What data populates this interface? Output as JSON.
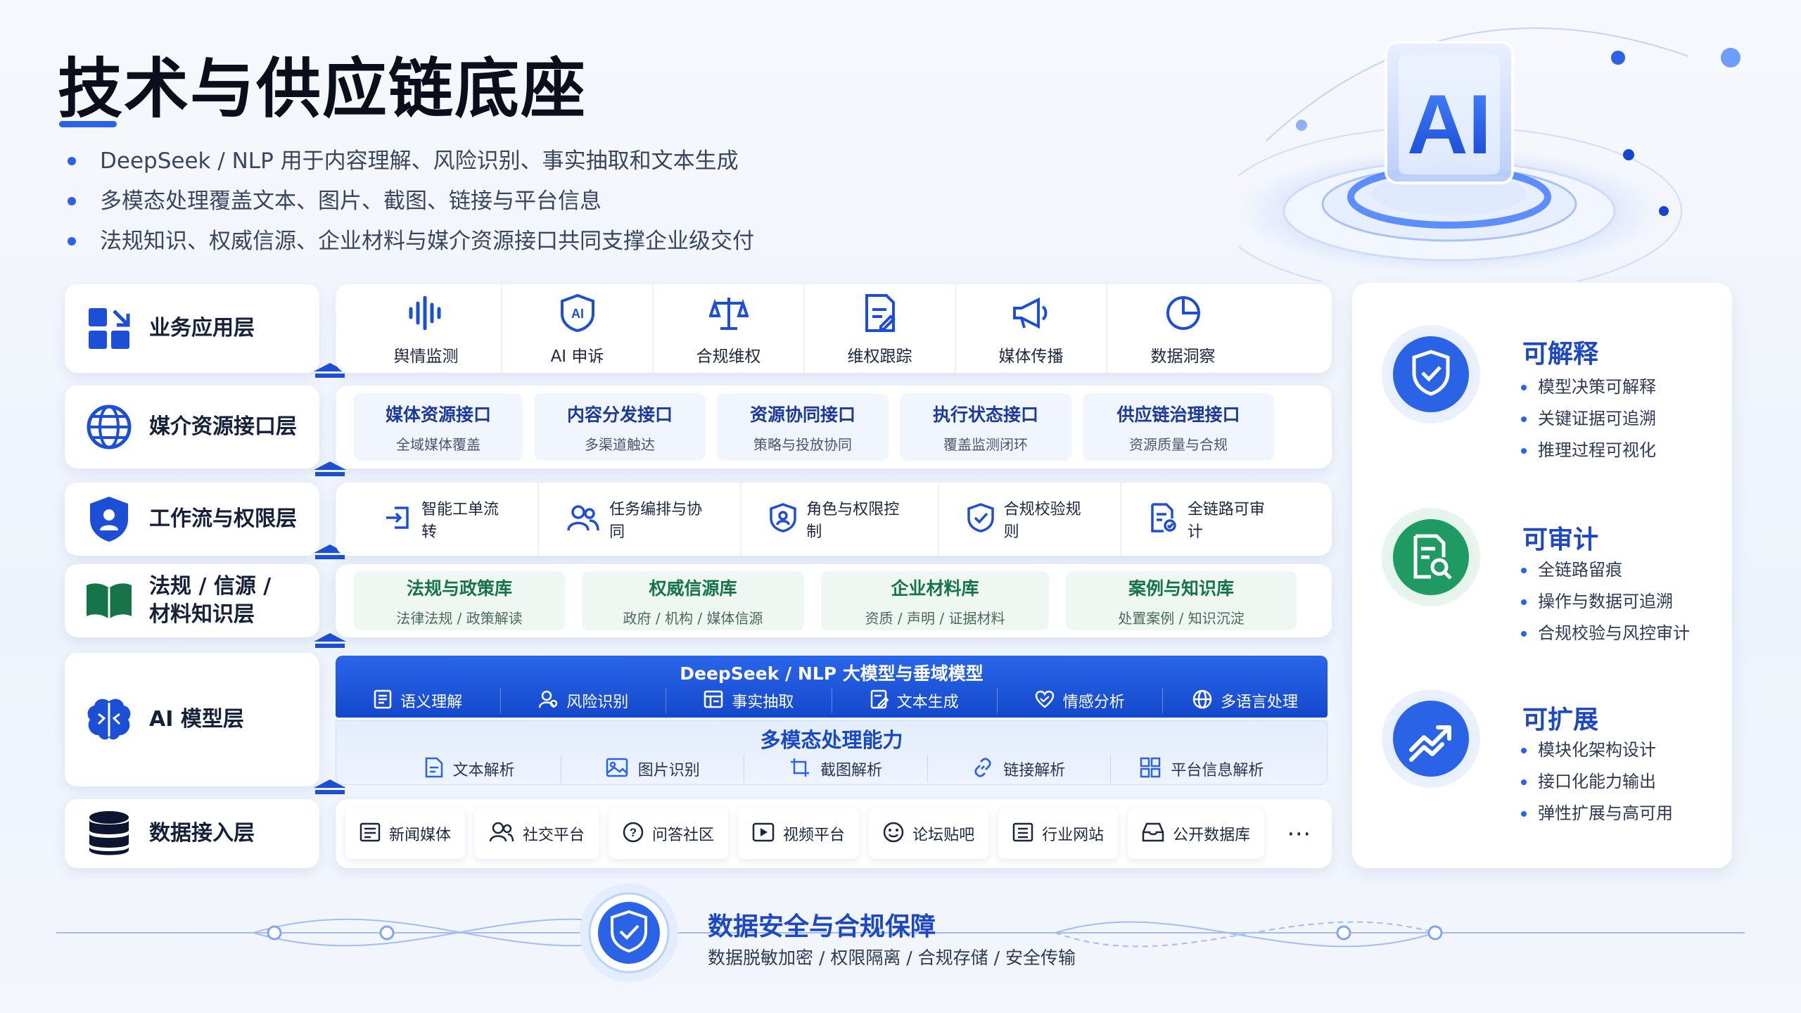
{
  "header": {
    "title": "技术与供应链底座",
    "bullets": [
      "DeepSeek / NLP 用于内容理解、风险识别、事实抽取和文本生成",
      "多模态处理覆盖文本、图片、截图、链接与平台信息",
      "法规知识、权威信源、企业材料与媒介资源接口共同支撑企业级交付"
    ]
  },
  "hero": {
    "badge": "AI"
  },
  "layers": {
    "business": {
      "label": "业务应用层",
      "items": [
        {
          "label": "舆情监测",
          "icon": "sound-wave-icon"
        },
        {
          "label": "AI 申诉",
          "icon": "ai-shield-icon"
        },
        {
          "label": "合规维权",
          "icon": "scale-icon"
        },
        {
          "label": "维权跟踪",
          "icon": "document-edit-icon"
        },
        {
          "label": "媒体传播",
          "icon": "megaphone-icon"
        },
        {
          "label": "数据洞察",
          "icon": "pie-chart-icon"
        }
      ]
    },
    "media": {
      "label": "媒介资源接口层",
      "items": [
        {
          "title": "媒体资源接口",
          "sub": "全域媒体覆盖"
        },
        {
          "title": "内容分发接口",
          "sub": "多渠道触达"
        },
        {
          "title": "资源协同接口",
          "sub": "策略与投放协同"
        },
        {
          "title": "执行状态接口",
          "sub": "覆盖监测闭环"
        },
        {
          "title": "供应链治理接口",
          "sub": "资源质量与合规"
        }
      ]
    },
    "workflow": {
      "label": "工作流与权限层",
      "items": [
        {
          "label": "智能工单流转",
          "icon": "ticket-transfer-icon"
        },
        {
          "label": "任务编排与协同",
          "icon": "users-icon"
        },
        {
          "label": "角色与权限控制",
          "icon": "user-shield-icon"
        },
        {
          "label": "合规校验规则",
          "icon": "check-shield-icon"
        },
        {
          "label": "全链路可审计",
          "icon": "audit-document-icon"
        }
      ]
    },
    "knowledge": {
      "label_line1": "法规 / 信源 /",
      "label_line2": "材料知识层",
      "items": [
        {
          "title": "法规与政策库",
          "sub": "法律法规 / 政策解读"
        },
        {
          "title": "权威信源库",
          "sub": "政府 / 机构 / 媒体信源"
        },
        {
          "title": "企业材料库",
          "sub": "资质 / 声明 / 证据材料"
        },
        {
          "title": "案例与知识库",
          "sub": "处置案例 / 知识沉淀"
        }
      ]
    },
    "ai": {
      "label": "AI 模型层",
      "model_title": "DeepSeek / NLP 大模型与垂域模型",
      "model_items": [
        {
          "label": "语义理解",
          "icon": "document-icon"
        },
        {
          "label": "风险识别",
          "icon": "user-alert-icon"
        },
        {
          "label": "事实抽取",
          "icon": "table-icon"
        },
        {
          "label": "文本生成",
          "icon": "edit-icon"
        },
        {
          "label": "情感分析",
          "icon": "heart-icon"
        },
        {
          "label": "多语言处理",
          "icon": "globe-icon"
        }
      ],
      "multimodal_title": "多模态处理能力",
      "multimodal_items": [
        {
          "label": "文本解析",
          "icon": "text-file-icon"
        },
        {
          "label": "图片识别",
          "icon": "image-icon"
        },
        {
          "label": "截图解析",
          "icon": "crop-icon"
        },
        {
          "label": "链接解析",
          "icon": "link-icon"
        },
        {
          "label": "平台信息解析",
          "icon": "grid-icon"
        }
      ]
    },
    "data": {
      "label": "数据接入层",
      "items": [
        {
          "label": "新闻媒体",
          "icon": "newspaper-icon"
        },
        {
          "label": "社交平台",
          "icon": "social-users-icon"
        },
        {
          "label": "问答社区",
          "icon": "question-icon"
        },
        {
          "label": "视频平台",
          "icon": "video-icon"
        },
        {
          "label": "论坛贴吧",
          "icon": "smile-icon"
        },
        {
          "label": "行业网站",
          "icon": "list-icon"
        },
        {
          "label": "公开数据库",
          "icon": "inbox-icon"
        }
      ],
      "more": "⋯"
    }
  },
  "features": [
    {
      "title": "可解释",
      "icon": "shield-check-icon",
      "color": "#2a63e6",
      "items": [
        "模型决策可解释",
        "关键证据可追溯",
        "推理过程可视化"
      ]
    },
    {
      "title": "可审计",
      "icon": "audit-search-icon",
      "color": "#1f9a62",
      "items": [
        "全链路留痕",
        "操作与数据可追溯",
        "合规校验与风控审计"
      ]
    },
    {
      "title": "可扩展",
      "icon": "trend-up-icon",
      "color": "#2a63e6",
      "items": [
        "模块化架构设计",
        "接口化能力输出",
        "弹性扩展与高可用"
      ]
    }
  ],
  "security": {
    "title": "数据安全与合规保障",
    "subtitle": "数据脱敏加密 / 权限隔离 / 合规存储 / 安全传输"
  },
  "colors": {
    "accent": "#2a63e6",
    "green": "#1f9a62",
    "dark_blue": "#1448cc"
  }
}
